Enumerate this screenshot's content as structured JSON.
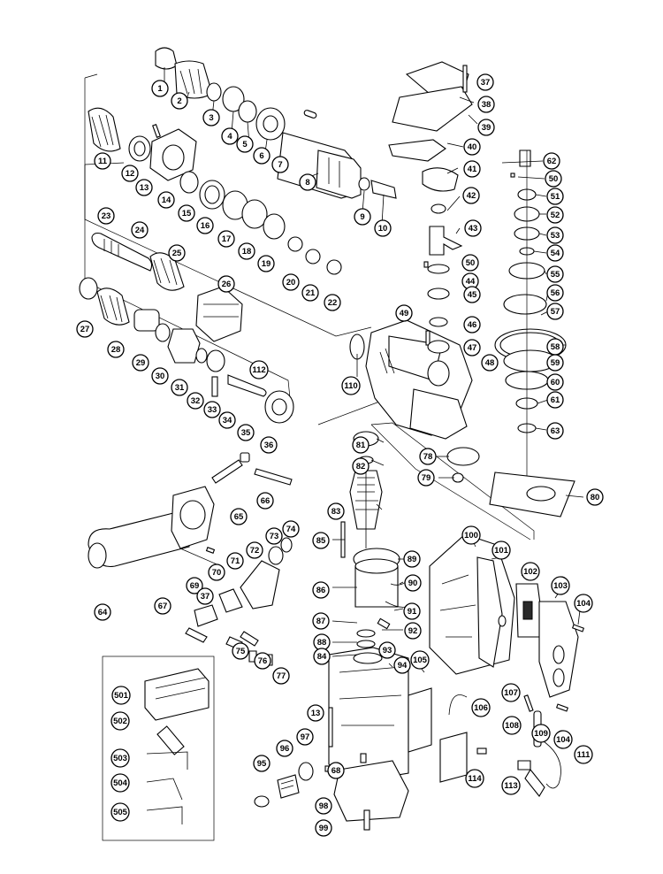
{
  "colors": {
    "ink": "#000000",
    "paper": "#ffffff"
  },
  "labels": [
    {
      "id": "1"
    },
    {
      "id": "2"
    },
    {
      "id": "3"
    },
    {
      "id": "4"
    },
    {
      "id": "5"
    },
    {
      "id": "6"
    },
    {
      "id": "7"
    },
    {
      "id": "8"
    },
    {
      "id": "9"
    },
    {
      "id": "10"
    },
    {
      "id": "11"
    },
    {
      "id": "12"
    },
    {
      "id": "13"
    },
    {
      "id": "14"
    },
    {
      "id": "15"
    },
    {
      "id": "16"
    },
    {
      "id": "17"
    },
    {
      "id": "18"
    },
    {
      "id": "19"
    },
    {
      "id": "20"
    },
    {
      "id": "21"
    },
    {
      "id": "22"
    },
    {
      "id": "23"
    },
    {
      "id": "24"
    },
    {
      "id": "25"
    },
    {
      "id": "26"
    },
    {
      "id": "27"
    },
    {
      "id": "28"
    },
    {
      "id": "29"
    },
    {
      "id": "30"
    },
    {
      "id": "31"
    },
    {
      "id": "32"
    },
    {
      "id": "33"
    },
    {
      "id": "34"
    },
    {
      "id": "35"
    },
    {
      "id": "36"
    },
    {
      "id": "37"
    },
    {
      "id": "38"
    },
    {
      "id": "39"
    },
    {
      "id": "40"
    },
    {
      "id": "41"
    },
    {
      "id": "42"
    },
    {
      "id": "43"
    },
    {
      "id": "50"
    },
    {
      "id": "44"
    },
    {
      "id": "45"
    },
    {
      "id": "46"
    },
    {
      "id": "47"
    },
    {
      "id": "48"
    },
    {
      "id": "49"
    },
    {
      "id": "62"
    },
    {
      "id": "50"
    },
    {
      "id": "51"
    },
    {
      "id": "52"
    },
    {
      "id": "53"
    },
    {
      "id": "54"
    },
    {
      "id": "55"
    },
    {
      "id": "56"
    },
    {
      "id": "57"
    },
    {
      "id": "58"
    },
    {
      "id": "59"
    },
    {
      "id": "60"
    },
    {
      "id": "61"
    },
    {
      "id": "63"
    },
    {
      "id": "110"
    },
    {
      "id": "81"
    },
    {
      "id": "82"
    },
    {
      "id": "78"
    },
    {
      "id": "79"
    },
    {
      "id": "80"
    },
    {
      "id": "83"
    },
    {
      "id": "85"
    },
    {
      "id": "89"
    },
    {
      "id": "86"
    },
    {
      "id": "90"
    },
    {
      "id": "91"
    },
    {
      "id": "87"
    },
    {
      "id": "92"
    },
    {
      "id": "88"
    },
    {
      "id": "84"
    },
    {
      "id": "93"
    },
    {
      "id": "94"
    },
    {
      "id": "105"
    },
    {
      "id": "100"
    },
    {
      "id": "101"
    },
    {
      "id": "102"
    },
    {
      "id": "103"
    },
    {
      "id": "104"
    },
    {
      "id": "65"
    },
    {
      "id": "66"
    },
    {
      "id": "64"
    },
    {
      "id": "69"
    },
    {
      "id": "70"
    },
    {
      "id": "71"
    },
    {
      "id": "72"
    },
    {
      "id": "73"
    },
    {
      "id": "74"
    },
    {
      "id": "67"
    },
    {
      "id": "37"
    },
    {
      "id": "75"
    },
    {
      "id": "76"
    },
    {
      "id": "77"
    },
    {
      "id": "112"
    },
    {
      "id": "501"
    },
    {
      "id": "502"
    },
    {
      "id": "503"
    },
    {
      "id": "504"
    },
    {
      "id": "505"
    },
    {
      "id": "13"
    },
    {
      "id": "95"
    },
    {
      "id": "96"
    },
    {
      "id": "97"
    },
    {
      "id": "68"
    },
    {
      "id": "98"
    },
    {
      "id": "99"
    },
    {
      "id": "106"
    },
    {
      "id": "114"
    },
    {
      "id": "107"
    },
    {
      "id": "108"
    },
    {
      "id": "109"
    },
    {
      "id": "104"
    },
    {
      "id": "111"
    },
    {
      "id": "113"
    }
  ]
}
